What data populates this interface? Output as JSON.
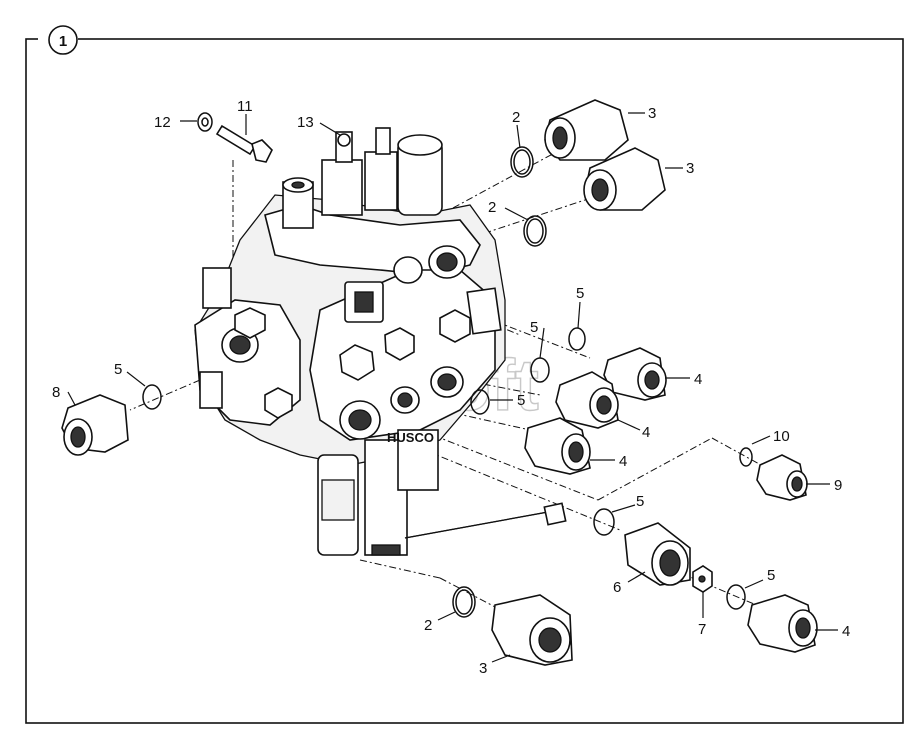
{
  "header": {
    "badge": "1"
  },
  "watermark": "AutoSoft",
  "valve": {
    "brand_text": "HUSCO"
  },
  "callouts": [
    {
      "id": "c12",
      "text": "12"
    },
    {
      "id": "c11",
      "text": "11"
    },
    {
      "id": "c13",
      "text": "13"
    },
    {
      "id": "c2a",
      "text": "2"
    },
    {
      "id": "c3a",
      "text": "3"
    },
    {
      "id": "c2b",
      "text": "2"
    },
    {
      "id": "c3b",
      "text": "3"
    },
    {
      "id": "c5a",
      "text": "5"
    },
    {
      "id": "c5b",
      "text": "5"
    },
    {
      "id": "c4a",
      "text": "4"
    },
    {
      "id": "c5c",
      "text": "5"
    },
    {
      "id": "c4b",
      "text": "4"
    },
    {
      "id": "c4c",
      "text": "4"
    },
    {
      "id": "c8",
      "text": "8"
    },
    {
      "id": "c5d",
      "text": "5"
    },
    {
      "id": "c10",
      "text": "10"
    },
    {
      "id": "c9",
      "text": "9"
    },
    {
      "id": "c5e",
      "text": "5"
    },
    {
      "id": "c6",
      "text": "6"
    },
    {
      "id": "c5f",
      "text": "5"
    },
    {
      "id": "c7",
      "text": "7"
    },
    {
      "id": "c4d",
      "text": "4"
    },
    {
      "id": "c2c",
      "text": "2"
    },
    {
      "id": "c3c",
      "text": "3"
    }
  ]
}
